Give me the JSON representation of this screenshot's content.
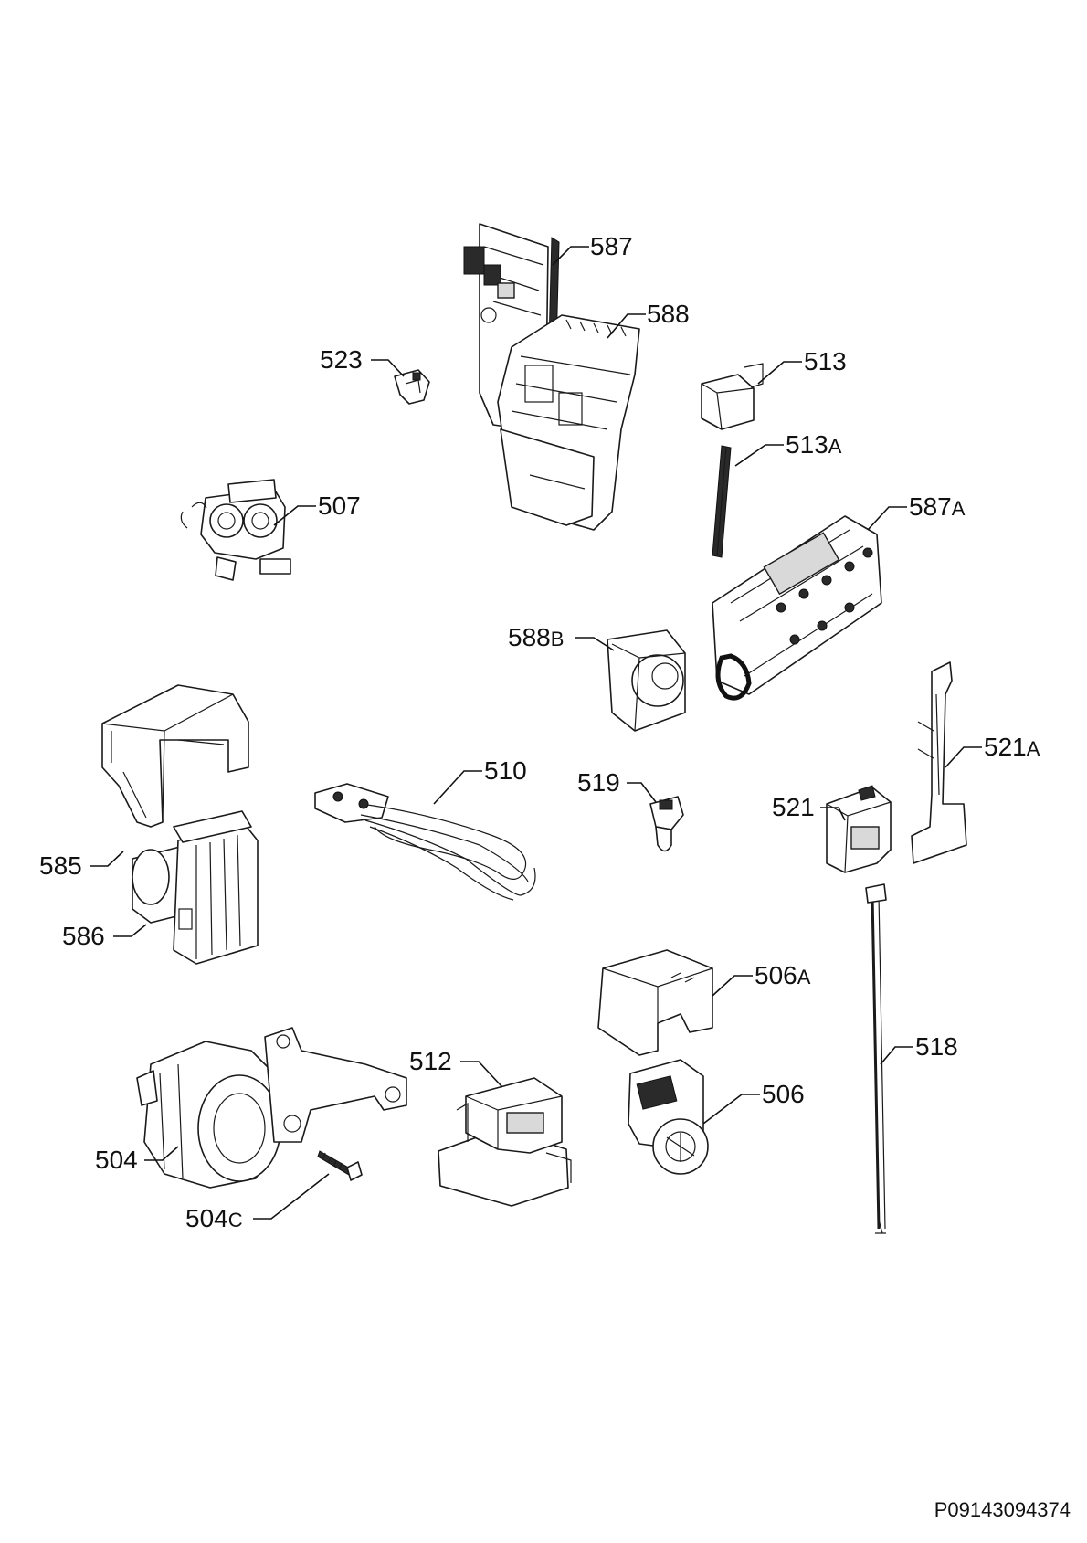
{
  "document": {
    "reference_code": "P09143094374"
  },
  "parts": [
    {
      "id": "p587",
      "number": "587",
      "suffix": ""
    },
    {
      "id": "p588",
      "number": "588",
      "suffix": ""
    },
    {
      "id": "p523",
      "number": "523",
      "suffix": ""
    },
    {
      "id": "p513",
      "number": "513",
      "suffix": ""
    },
    {
      "id": "p513a",
      "number": "513",
      "suffix": "A"
    },
    {
      "id": "p507",
      "number": "507",
      "suffix": ""
    },
    {
      "id": "p587a",
      "number": "587",
      "suffix": "A"
    },
    {
      "id": "p588b",
      "number": "588",
      "suffix": "B"
    },
    {
      "id": "p510",
      "number": "510",
      "suffix": ""
    },
    {
      "id": "p519",
      "number": "519",
      "suffix": ""
    },
    {
      "id": "p521a",
      "number": "521",
      "suffix": "A"
    },
    {
      "id": "p521",
      "number": "521",
      "suffix": ""
    },
    {
      "id": "p585",
      "number": "585",
      "suffix": ""
    },
    {
      "id": "p586",
      "number": "586",
      "suffix": ""
    },
    {
      "id": "p506a",
      "number": "506",
      "suffix": "A"
    },
    {
      "id": "p518",
      "number": "518",
      "suffix": ""
    },
    {
      "id": "p512",
      "number": "512",
      "suffix": ""
    },
    {
      "id": "p506",
      "number": "506",
      "suffix": ""
    },
    {
      "id": "p504",
      "number": "504",
      "suffix": ""
    },
    {
      "id": "p504c",
      "number": "504",
      "suffix": "C"
    }
  ]
}
